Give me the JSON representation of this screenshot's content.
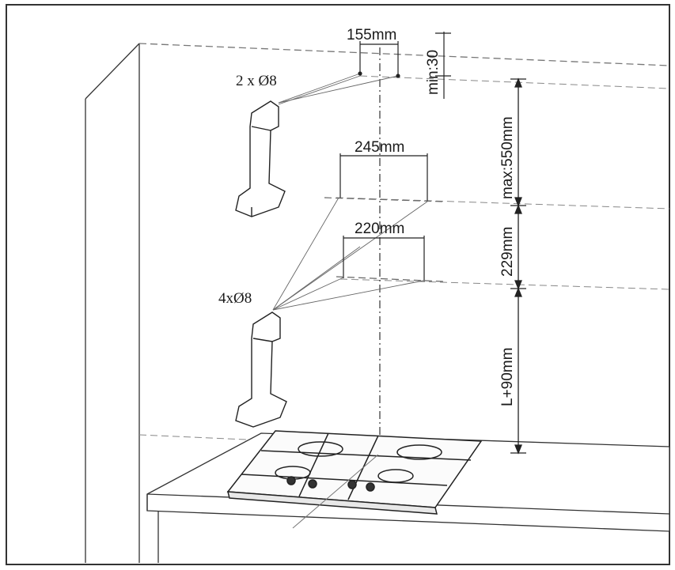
{
  "labels": {
    "width_top": "155mm",
    "width_mid": "245mm",
    "width_low": "220mm",
    "min_gap": "min:30",
    "max_gap": "max:550mm",
    "gap_229": "229mm",
    "gap_l90": "L+90mm",
    "screws_top": "2 x Ø8",
    "screws_low": "4xØ8"
  },
  "colors": {
    "line": "#222222",
    "thin": "#555555",
    "dashed": "#7a7a7a",
    "frame": "#333333"
  }
}
